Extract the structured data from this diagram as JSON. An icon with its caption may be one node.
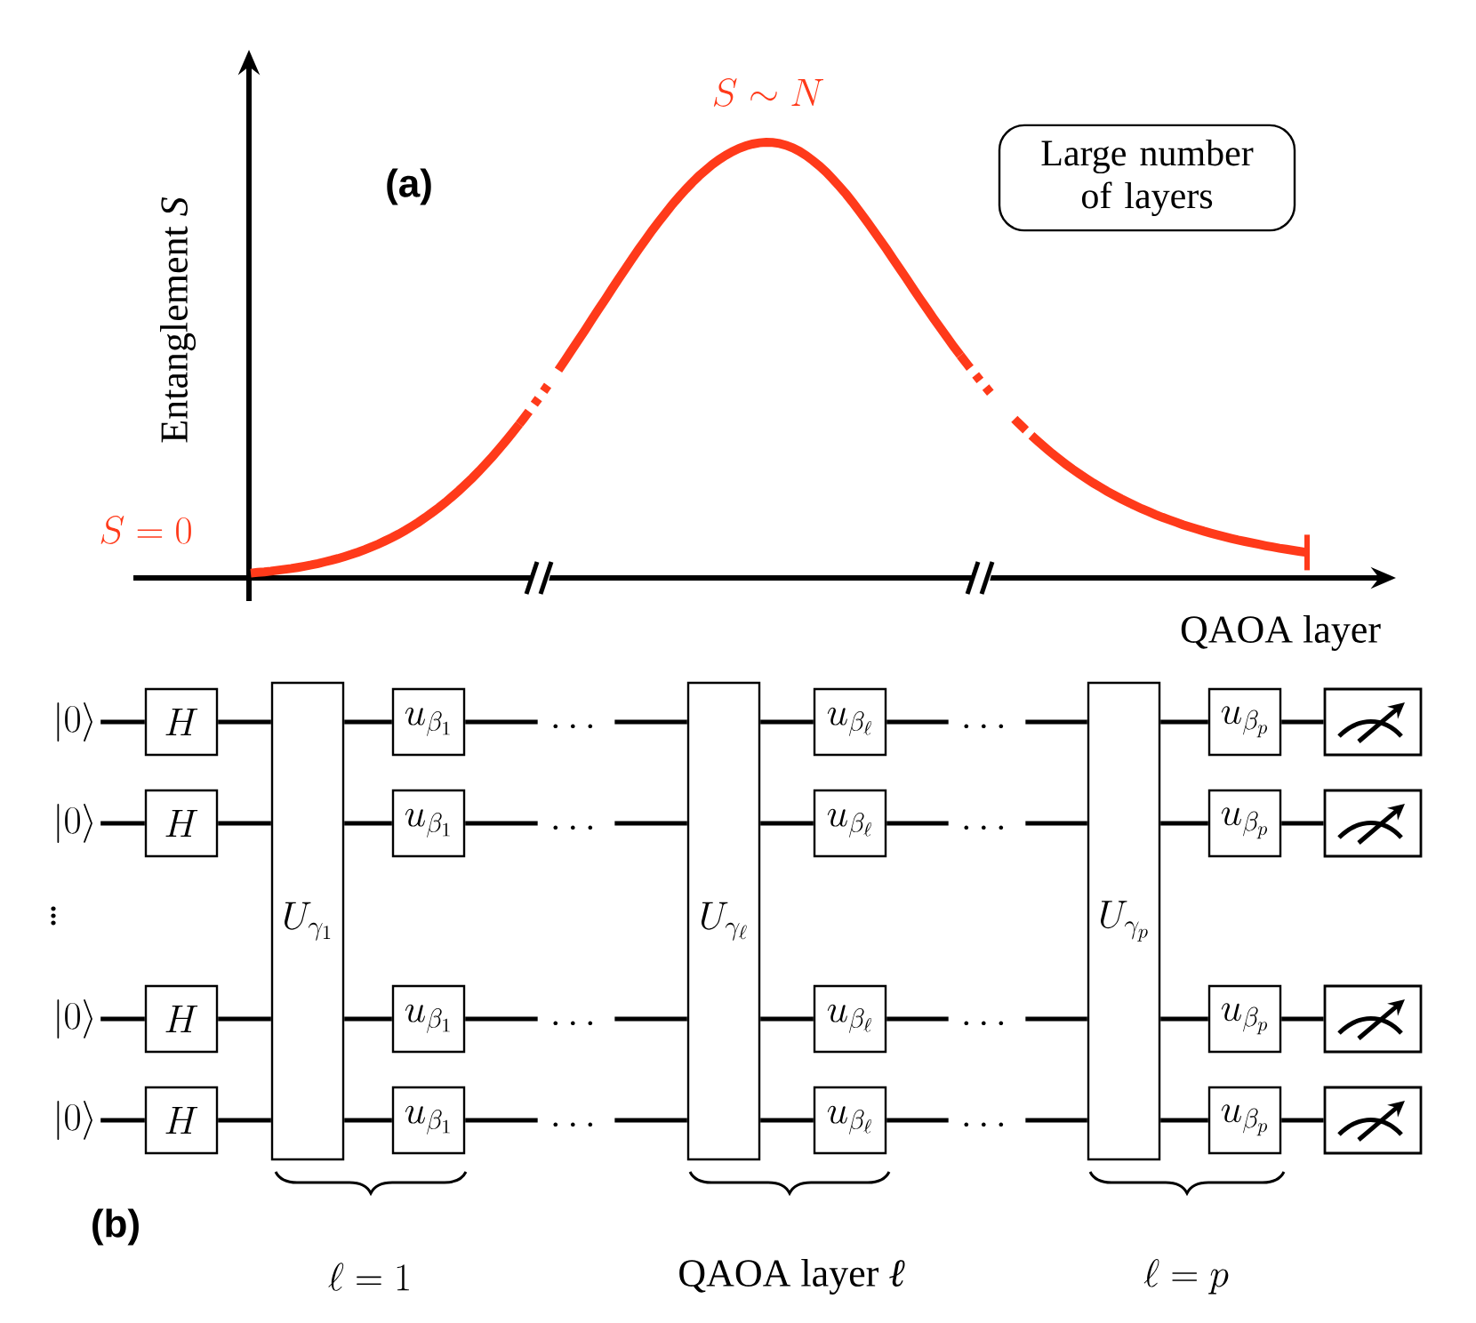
{
  "diagram": {
    "nodes": [
      {
        "text": [
          "Large number of layers"
        ]
      },
      {
        "text": [
          "|0\\rangle"
        ]
      },
      {
        "text": [
          "H"
        ]
      },
      {
        "text": [
          "U_{\\gamma_1}"
        ]
      },
      {
        "text": [
          "u_{\\beta_1}"
        ]
      },
      {
        "text": [
          "U_{\\gamma_\\ell}"
        ]
      },
      {
        "text": [
          "u_{\\beta_\\ell}"
        ]
      },
      {
        "text": [
          "U_{\\gamma_p}"
        ]
      },
      {
        "text": [
          "u_{\\beta_p}"
        ]
      },
      {
        "text": [],
        "shape": "meter"
      },
      {
        "text": [
          "|0\\rangle"
        ]
      },
      {
        "text": [
          "H"
        ]
      },
      {
        "text": [
          "u_{\\beta_1}"
        ]
      },
      {
        "text": [
          "u_{\\beta_\\ell}"
        ]
      },
      {
        "text": [
          "u_{\\beta_p}"
        ]
      },
      {
        "text": [],
        "shape": "meter"
      },
      {
        "text": [
          "|0\\rangle"
        ]
      },
      {
        "text": [
          "H"
        ]
      },
      {
        "text": [
          "u_{\\beta_1}"
        ]
      },
      {
        "text": [
          "u_{\\beta_\\ell}"
        ]
      },
      {
        "text": [
          "u_{\\beta_p}"
        ]
      },
      {
        "text": [],
        "shape": "meter"
      },
      {
        "text": [
          "|0\\rangle"
        ]
      },
      {
        "text": [
          "H"
        ]
      },
      {
        "text": [
          "u_{\\beta_1}"
        ]
      },
      {
        "text": [
          "u_{\\beta_\\ell}"
        ]
      },
      {
        "text": [
          "u_{\\beta_p}"
        ]
      },
      {
        "text": [],
        "shape": "meter"
      }
    ],
    "edges": [
      {
        "from": 1,
        "to": 2,
        "arrow": "none"
      },
      {
        "from": 2,
        "to": 3,
        "arrow": "none"
      },
      {
        "from": 3,
        "to": 4,
        "arrow": "none"
      },
      {
        "from": 4,
        "to": 5,
        "arrow": "none",
        "label": "\\cdots"
      },
      {
        "from": 5,
        "to": 6,
        "arrow": "none"
      },
      {
        "from": 6,
        "to": 7,
        "arrow": "none",
        "label": "\\cdots"
      },
      {
        "from": 7,
        "to": 8,
        "arrow": "none"
      },
      {
        "from": 8,
        "to": 9,
        "arrow": "none"
      },
      {
        "from": 10,
        "to": 11,
        "arrow": "none"
      },
      {
        "from": 11,
        "to": 3,
        "arrow": "none"
      },
      {
        "from": 3,
        "to": 12,
        "arrow": "none"
      },
      {
        "from": 12,
        "to": 5,
        "arrow": "none",
        "label": "\\cdots"
      },
      {
        "from": 5,
        "to": 13,
        "arrow": "none"
      },
      {
        "from": 13,
        "to": 7,
        "arrow": "none",
        "label": "\\cdots"
      },
      {
        "from": 7,
        "to": 14,
        "arrow": "none"
      },
      {
        "from": 14,
        "to": 15,
        "arrow": "none"
      },
      {
        "from": 16,
        "to": 17,
        "arrow": "none"
      },
      {
        "from": 17,
        "to": 3,
        "arrow": "none"
      },
      {
        "from": 3,
        "to": 18,
        "arrow": "none"
      },
      {
        "from": 18,
        "to": 5,
        "arrow": "none",
        "label": "\\cdots"
      },
      {
        "from": 5,
        "to": 19,
        "arrow": "none"
      },
      {
        "from": 19,
        "to": 7,
        "arrow": "none",
        "label": "\\cdots"
      },
      {
        "from": 7,
        "to": 20,
        "arrow": "none"
      },
      {
        "from": 20,
        "to": 21,
        "arrow": "none"
      },
      {
        "from": 22,
        "to": 23,
        "arrow": "none"
      },
      {
        "from": 23,
        "to": 3,
        "arrow": "none"
      },
      {
        "from": 3,
        "to": 24,
        "arrow": "none"
      },
      {
        "from": 24,
        "to": 5,
        "arrow": "none",
        "label": "\\cdots"
      },
      {
        "from": 5,
        "to": 25,
        "arrow": "none"
      },
      {
        "from": 25,
        "to": 7,
        "arrow": "none",
        "label": "\\cdots"
      },
      {
        "from": 7,
        "to": 26,
        "arrow": "none"
      },
      {
        "from": 26,
        "to": 27,
        "arrow": "none"
      }
    ],
    "labels": [
      "S \\sim N",
      "Entanglement *S*",
      "(a)",
      "S = 0",
      "QAOA layer",
      "\\vdots",
      "(b)",
      "\\ell = 1",
      "QAOA layer *ℓ*",
      "\\ell = p"
    ]
  }
}
